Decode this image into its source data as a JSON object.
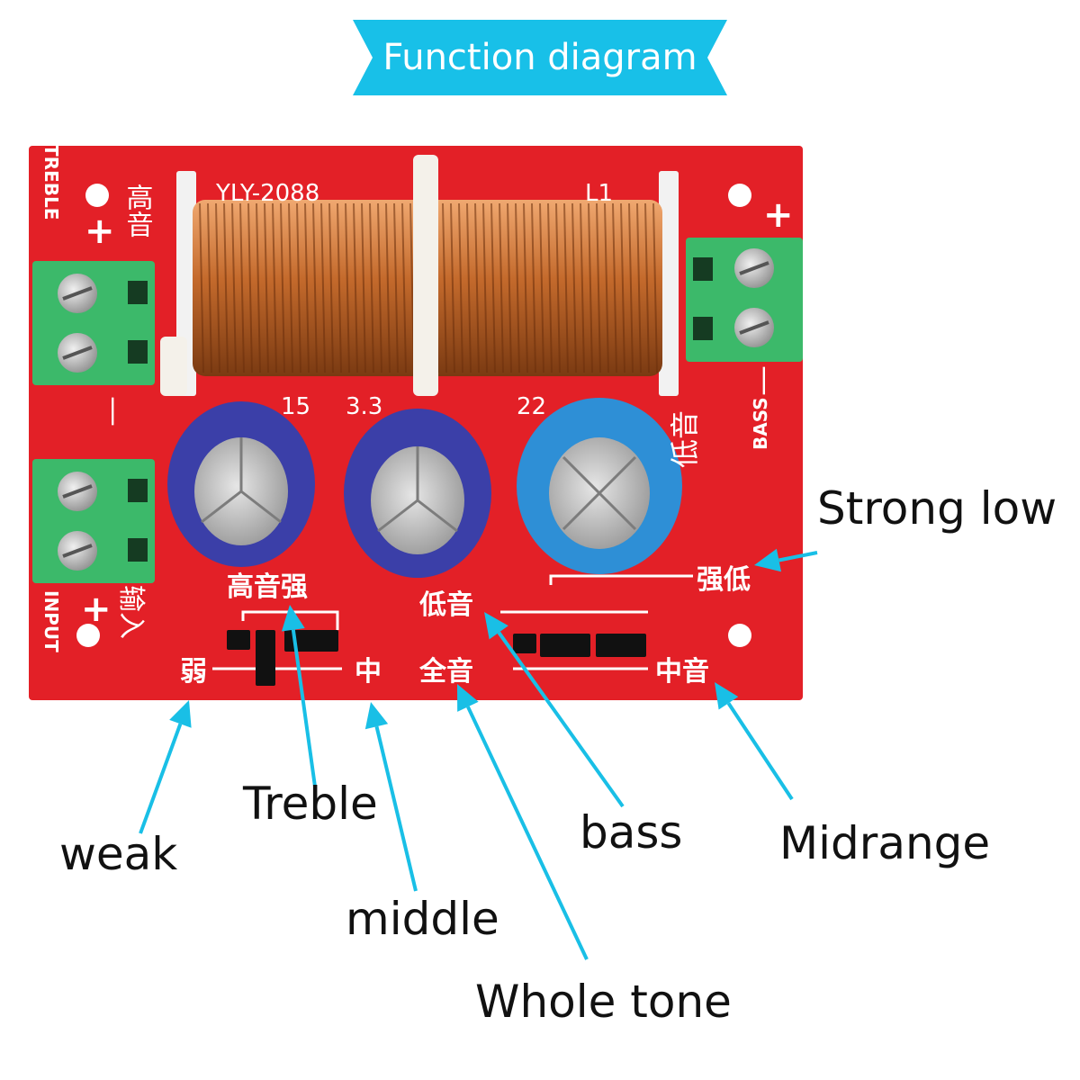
{
  "title": "Function diagram",
  "colors": {
    "banner": "#18c0e8",
    "pcb": "#e32027",
    "pcb_text": "#ffffff",
    "arrow": "#19bfe6",
    "terminal": "#3cb96a",
    "coil": "#c46a2c",
    "cap_purple": "#3b3fa8",
    "cap_blue": "#2e8fd6"
  },
  "board": {
    "model": "YLY-2088",
    "inductor_label": "L1",
    "treble_cn": "高音",
    "treble_en": "TREBLE",
    "treble_plus": "+",
    "treble_minus": "—",
    "input_cn": "输入",
    "input_en": "INPUT",
    "input_plus": "+",
    "bass_cn": "低音",
    "bass_en": "BASS",
    "bass_plus": "+",
    "bass_minus": "—",
    "cap_values": [
      "15",
      "3.3",
      "22"
    ],
    "jumper1_top": "高音强",
    "jumper1_left": "弱",
    "jumper1_right": "中",
    "jumper2_top": "低音",
    "jumper2_left": "全音",
    "jumper2_right": "中音",
    "strong_low_cn": "强低"
  },
  "callouts": {
    "strong_low": "Strong low",
    "treble": "Treble",
    "weak": "weak",
    "middle": "middle",
    "bass": "bass",
    "midrange": "Midrange",
    "whole_tone": "Whole tone"
  },
  "icons": [
    "screw-terminal-icon",
    "inductor-coil-icon",
    "capacitor-icon",
    "jumper-icon",
    "mounting-hole-icon"
  ]
}
